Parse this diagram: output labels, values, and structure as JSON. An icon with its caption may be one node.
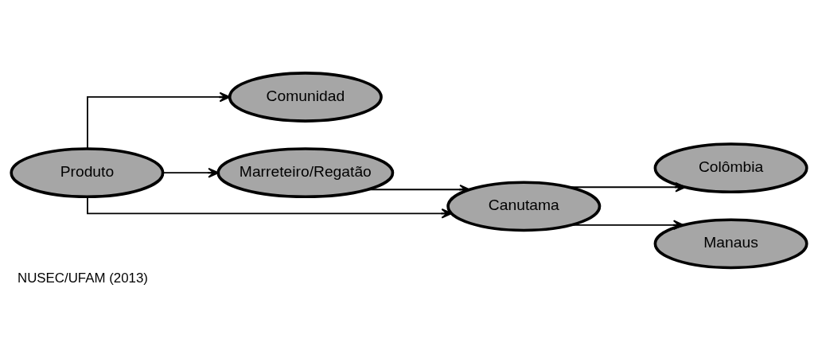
{
  "diagram": {
    "caption": "NUSEC/UFAM (2013)",
    "nodes": [
      {
        "text": [
          "Produto"
        ]
      },
      {
        "text": [
          "Comunidad"
        ]
      },
      {
        "text": [
          "Marreteiro/Regatão"
        ]
      },
      {
        "text": [
          "Canutama"
        ]
      },
      {
        "text": [
          "Colômbia"
        ]
      },
      {
        "text": [
          "Manaus"
        ]
      }
    ],
    "edges": [
      {
        "from": 0,
        "to": 1,
        "arrow": "to"
      },
      {
        "from": 0,
        "to": 2,
        "arrow": "to"
      },
      {
        "from": 0,
        "to": 3,
        "arrow": "to"
      },
      {
        "from": 2,
        "to": 3,
        "arrow": "to"
      },
      {
        "from": 3,
        "to": 4,
        "arrow": "to"
      },
      {
        "from": 3,
        "to": 5,
        "arrow": "to"
      }
    ]
  }
}
